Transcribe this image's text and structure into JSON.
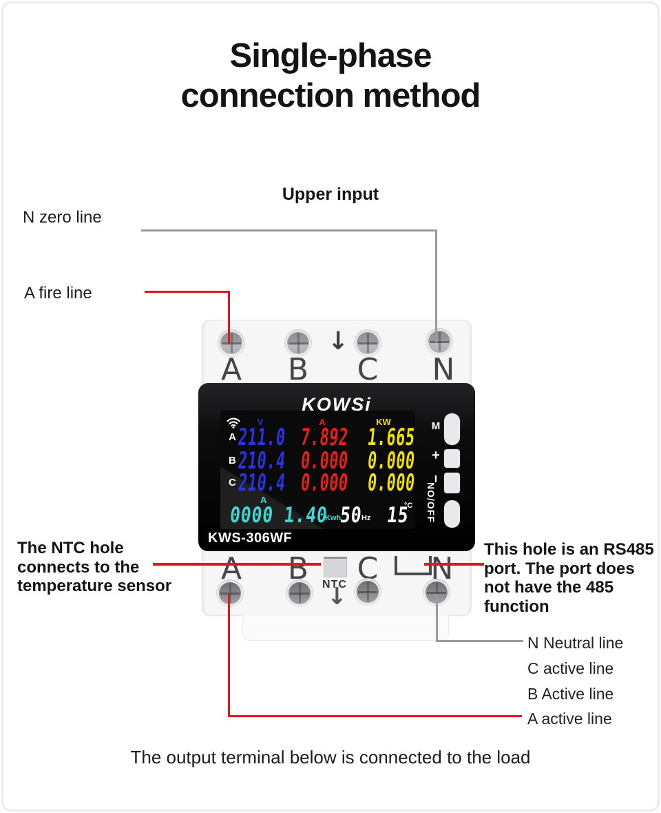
{
  "header": {
    "title_line1": "Single-phase",
    "title_line2": "connection method"
  },
  "annotations": {
    "upper_input": "Upper input",
    "n_zero": "N zero line",
    "a_fire": "A fire line",
    "ntc_note": "The NTC hole connects to the temperature sensor",
    "rs485_note": "This hole is an RS485 port. The port does not have the 485 function",
    "n_neutral": "N Neutral line",
    "c_active": "C active line",
    "b_active": "B Active line",
    "a_active": "A active line",
    "output_caption": "The output terminal below is connected to the load"
  },
  "device": {
    "brand": "KOWSi",
    "model": "KWS-306WF",
    "top_terminals": [
      "A",
      "B",
      "C",
      "N"
    ],
    "bottom_terminals": [
      "A",
      "B",
      "C",
      "N"
    ],
    "ntc_label": "NTC",
    "buttons": {
      "menu": "M",
      "plus": "+",
      "minus": "I",
      "power": "NO/OFF"
    },
    "display": {
      "col_headers": {
        "voltage": "V",
        "current": "A",
        "power": "KW"
      },
      "rows": [
        {
          "phase": "A",
          "voltage": "211.0",
          "current": "7.892",
          "power": "1.665"
        },
        {
          "phase": "B",
          "voltage": "210.4",
          "current": "0.000",
          "power": "0.000"
        },
        {
          "phase": "C",
          "voltage": "210.4",
          "current": "0.000",
          "power": "0.000"
        }
      ],
      "energy_phase": "A",
      "energy": "0000 1.40",
      "energy_unit": "Kwh",
      "frequency": "50",
      "frequency_unit": "Hz",
      "temperature": "15",
      "temperature_unit": "°C"
    }
  },
  "colors": {
    "wire_red": "#e8141a",
    "wire_gray": "#9a9a9a",
    "voltage_blue": "#2b33e2",
    "current_red": "#e62119",
    "power_yellow": "#f0e003",
    "energy_cyan": "#3ed8d5"
  }
}
